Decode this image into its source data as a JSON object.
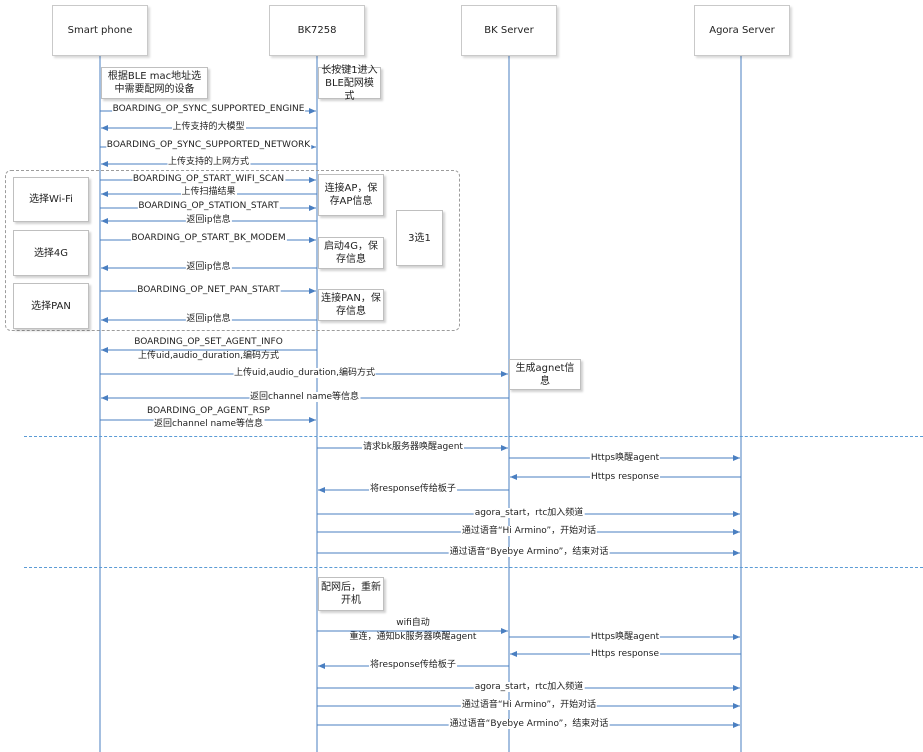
{
  "lanes": [
    {
      "key": "phone",
      "label": "Smart phone"
    },
    {
      "key": "bk",
      "label": "BK7258"
    },
    {
      "key": "bks",
      "label": "BK Server"
    },
    {
      "key": "agora",
      "label": "Agora Server"
    }
  ],
  "notes": {
    "select_device": "根据BLE mac地址选中需要配网的设备",
    "long_press": "长按键1进入BLE配网模式",
    "connect_ap": "连接AP，保存AP信息",
    "start_4g": "启动4G，保存信息",
    "connect_pan": "连接PAN，保存信息",
    "three_choice": "3选1",
    "gen_agent": "生成agnet信息",
    "reboot": "配网后，重新开机"
  },
  "choices": {
    "wifi": "选择Wi-Fi",
    "g4": "选择4G",
    "pan": "选择PAN"
  },
  "messages": [
    {
      "from": "phone",
      "to": "bk",
      "text": "BOARDING_OP_SYNC_SUPPORTED_ENGINE"
    },
    {
      "from": "bk",
      "to": "phone",
      "text": "上传支持的大模型"
    },
    {
      "from": "phone",
      "to": "bk",
      "text": "BOARDING_OP_SYNC_SUPPORTED_NETWORK"
    },
    {
      "from": "bk",
      "to": "phone",
      "text": "上传支持的上网方式"
    },
    {
      "from": "phone",
      "to": "bk",
      "text": "BOARDING_OP_START_WIFI_SCAN"
    },
    {
      "from": "bk",
      "to": "phone",
      "text": "上传扫描结果"
    },
    {
      "from": "phone",
      "to": "bk",
      "text": "BOARDING_OP_STATION_START"
    },
    {
      "from": "bk",
      "to": "phone",
      "text": "返回ip信息"
    },
    {
      "from": "phone",
      "to": "bk",
      "text": "BOARDING_OP_START_BK_MODEM"
    },
    {
      "from": "bk",
      "to": "phone",
      "text": "返回ip信息"
    },
    {
      "from": "phone",
      "to": "bk",
      "text": "BOARDING_OP_NET_PAN_START"
    },
    {
      "from": "bk",
      "to": "phone",
      "text": "返回ip信息"
    },
    {
      "from": "bk",
      "to": "phone",
      "text": "BOARDING_OP_SET_AGENT_INFO"
    },
    {
      "from": "bk",
      "to": "phone",
      "text": "上传uid,audio_duration,编码方式"
    },
    {
      "from": "phone",
      "to": "bks",
      "text": "上传uid,audio_duration,编码方式"
    },
    {
      "from": "bks",
      "to": "phone",
      "text": "返回channel name等信息"
    },
    {
      "from": "phone",
      "to": "bk",
      "text": "BOARDING_OP_AGENT_RSP"
    },
    {
      "from": "phone",
      "to": "bk",
      "text": "返回channel name等信息"
    },
    {
      "from": "bk",
      "to": "bks",
      "text": "请求bk服务器唤醒agent"
    },
    {
      "from": "bks",
      "to": "agora",
      "text": "Https唤醒agent"
    },
    {
      "from": "agora",
      "to": "bks",
      "text": "Https response"
    },
    {
      "from": "bks",
      "to": "bk",
      "text": "将response传给板子"
    },
    {
      "from": "bk",
      "to": "agora",
      "text": "agora_start，rtc加入频道"
    },
    {
      "from": "bk",
      "to": "agora",
      "text": "通过语音“Hi Armino”，开始对话"
    },
    {
      "from": "bk",
      "to": "agora",
      "text": "通过语音“Byebye Armino”，结束对话"
    },
    {
      "from": "bk",
      "to": "bks",
      "text": "wifi自动"
    },
    {
      "from": "bk",
      "to": "bks",
      "text": "重连，通知bk服务器唤醒agent"
    },
    {
      "from": "bks",
      "to": "agora",
      "text": "Https唤醒agent"
    },
    {
      "from": "agora",
      "to": "bks",
      "text": "Https response"
    },
    {
      "from": "bks",
      "to": "bk",
      "text": "将response传给板子"
    },
    {
      "from": "bk",
      "to": "agora",
      "text": "agora_start，rtc加入频道"
    },
    {
      "from": "bk",
      "to": "agora",
      "text": "通过语音“Hi Armino”，开始对话"
    },
    {
      "from": "bk",
      "to": "agora",
      "text": "通过语音“Byebye Armino”，结束对话"
    }
  ]
}
